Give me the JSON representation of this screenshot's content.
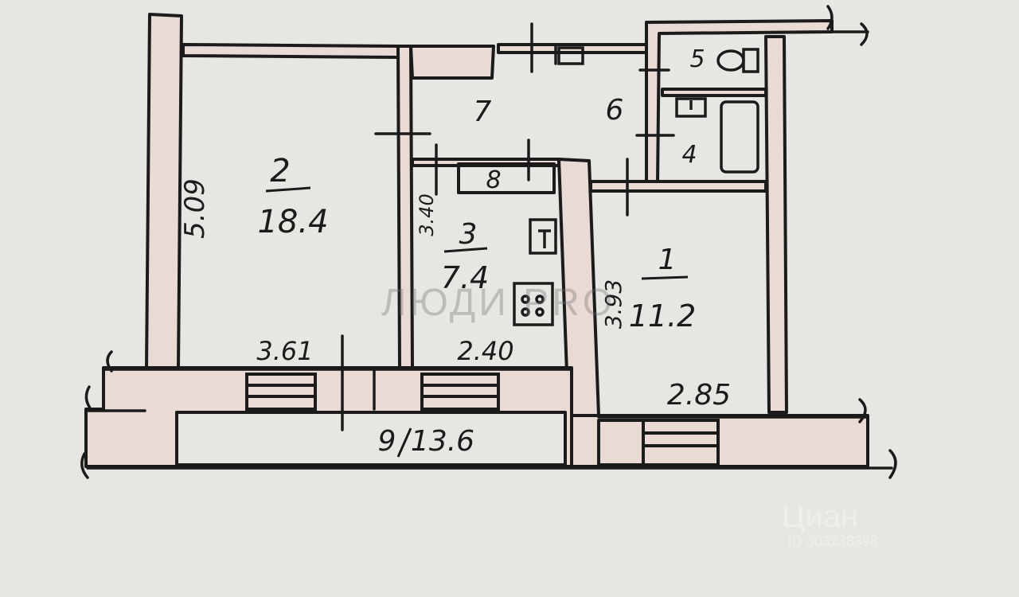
{
  "rooms": [
    {
      "number": "1",
      "area": "11.2"
    },
    {
      "number": "2",
      "area": "18.4"
    },
    {
      "number": "3",
      "area": "7.4"
    },
    {
      "number": "4"
    },
    {
      "number": "5"
    },
    {
      "number": "6"
    },
    {
      "number": "7"
    },
    {
      "number": "8"
    },
    {
      "number": "9",
      "area": "13.6"
    }
  ],
  "dimensions": {
    "room2_height": "5.09",
    "room2_width": "3.61",
    "room3_height": "3.40",
    "room3_width": "2.40",
    "room1_height": "3.93",
    "room1_width": "2.85"
  },
  "watermarks": {
    "center": "ЛЮДИ PRO",
    "brand": "Циан",
    "listing_id": "ID 303238898"
  },
  "colors": {
    "paper": "#e6e7e3",
    "ink": "#1b1b1b",
    "wall_fill": "#eadad6"
  }
}
